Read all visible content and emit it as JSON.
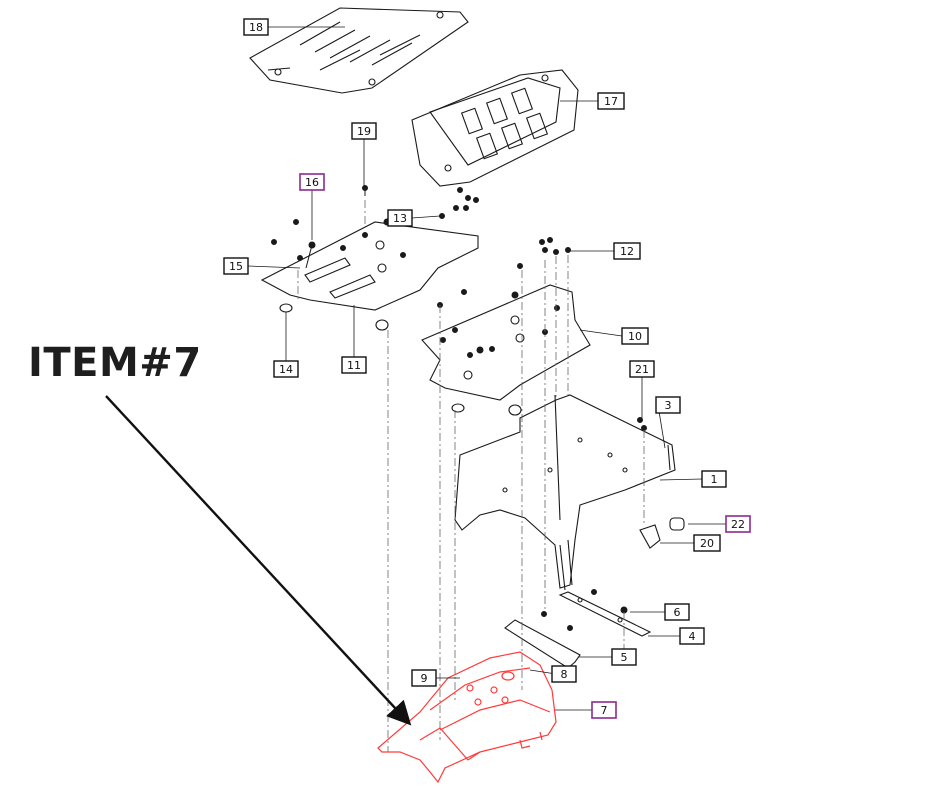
{
  "callout": {
    "text": "ITEM#7"
  },
  "labels": {
    "l1": "1",
    "l3": "3",
    "l4": "4",
    "l5": "5",
    "l6": "6",
    "l7": "7",
    "l8": "8",
    "l9": "9",
    "l10": "10",
    "l11": "11",
    "l12": "12",
    "l13": "13",
    "l14": "14",
    "l15": "15",
    "l16": "16",
    "l17": "17",
    "l18": "18",
    "l19": "19",
    "l20": "20",
    "l21": "21",
    "l22": "22"
  },
  "colors": {
    "line": "#1a1a1a",
    "highlight_part": "#ff3b3b",
    "highlight_box": "#8e2a8e"
  }
}
